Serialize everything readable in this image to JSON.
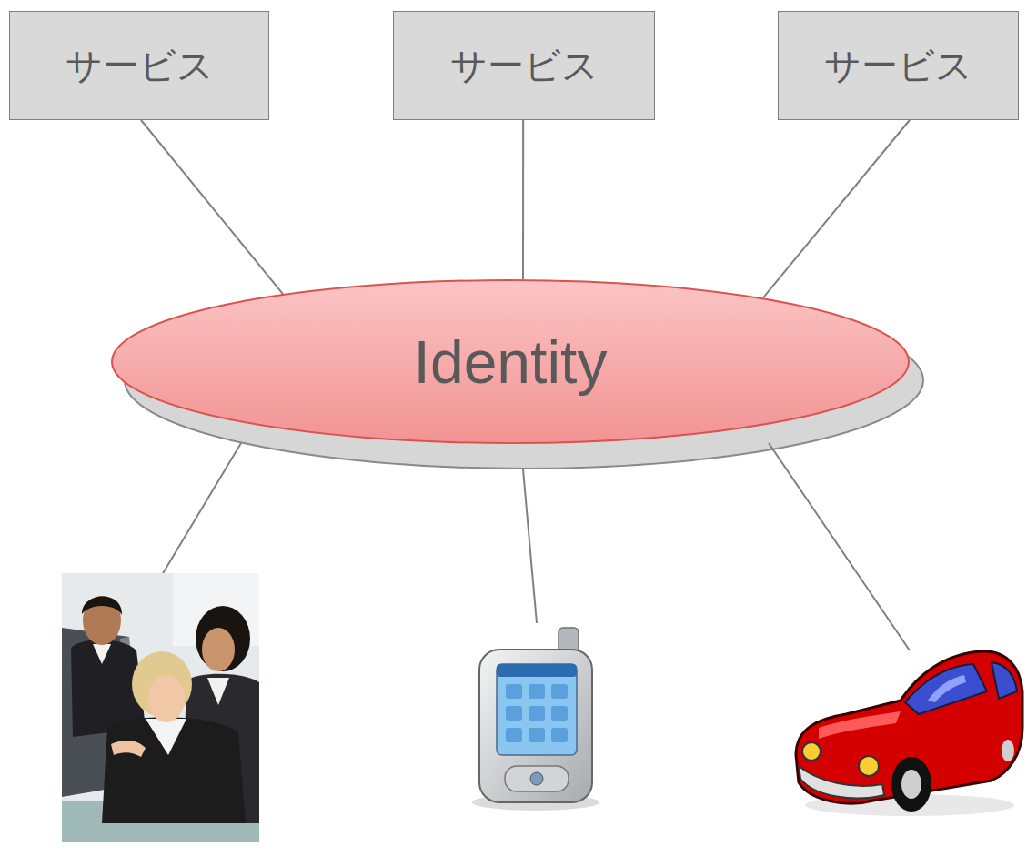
{
  "diagram": {
    "nodes": [
      {
        "text": [
          "サービス"
        ]
      },
      {
        "text": [
          "サービス"
        ]
      },
      {
        "text": [
          "サービス"
        ]
      },
      {
        "text": [
          "Identity"
        ]
      }
    ],
    "edges": [
      {
        "from": 0,
        "to": 3,
        "arrow": "none"
      },
      {
        "from": 1,
        "to": 3,
        "arrow": "none"
      },
      {
        "from": 2,
        "to": 3,
        "arrow": "none"
      }
    ]
  }
}
